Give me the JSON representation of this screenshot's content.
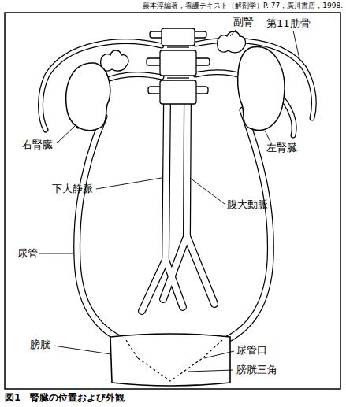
{
  "diagram": {
    "caption": "図1　腎臓の位置および外観",
    "labels": [
      "藤本淳編著，看護テキスト（解剖学）P. 77，廣川書店，1998.",
      "副腎",
      "第11肋骨",
      "右腎臓",
      "左腎臓",
      "下大静脈",
      "腹大動脈",
      "尿管",
      "膀胱",
      "尿管口",
      "膀胱三角"
    ]
  }
}
